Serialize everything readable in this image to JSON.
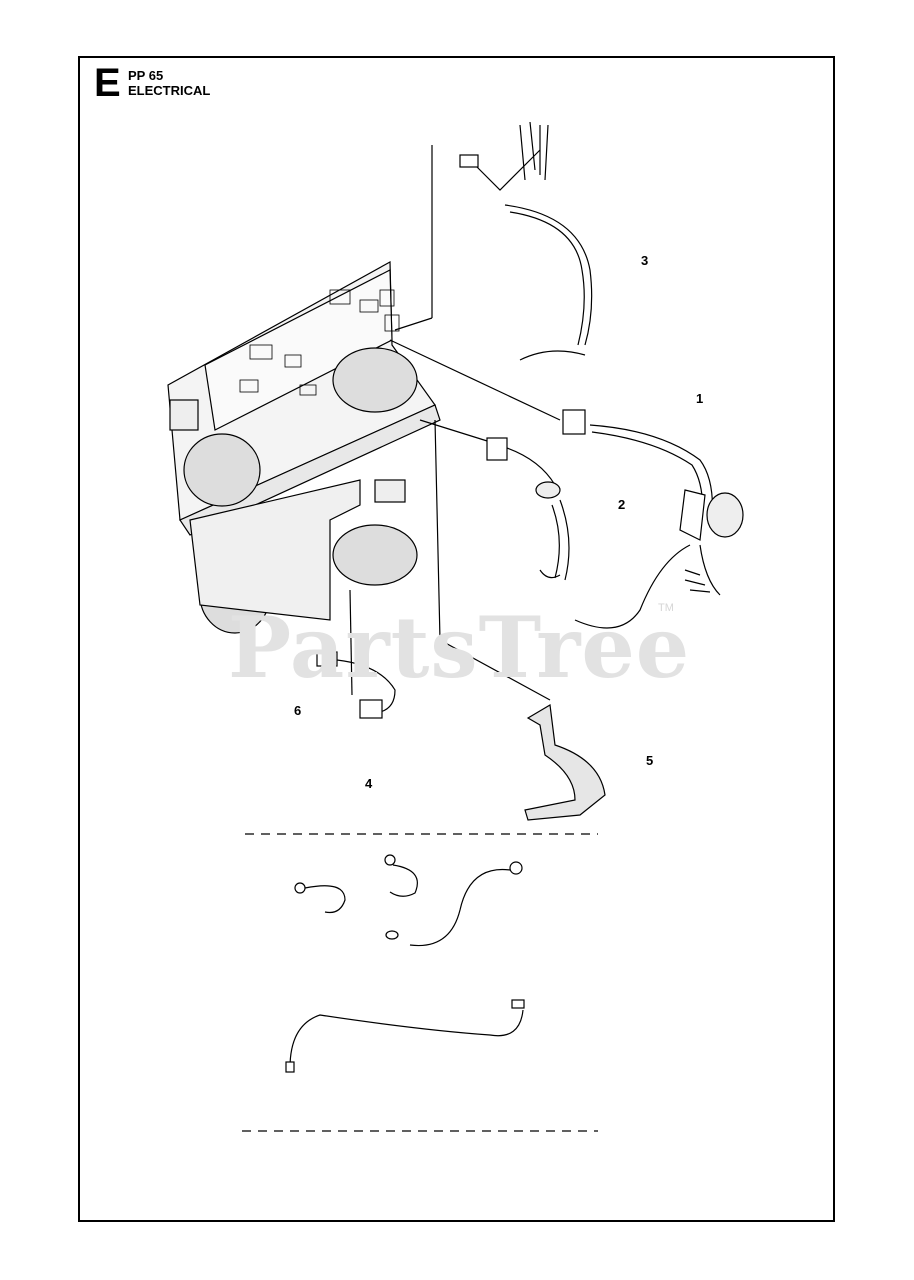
{
  "header": {
    "section_letter": "E",
    "model": "PP 65",
    "title": "ELECTRICAL"
  },
  "watermark": {
    "text": "PartsTree",
    "trademark": "TM"
  },
  "callouts": [
    "1",
    "2",
    "3",
    "4",
    "5",
    "6"
  ]
}
